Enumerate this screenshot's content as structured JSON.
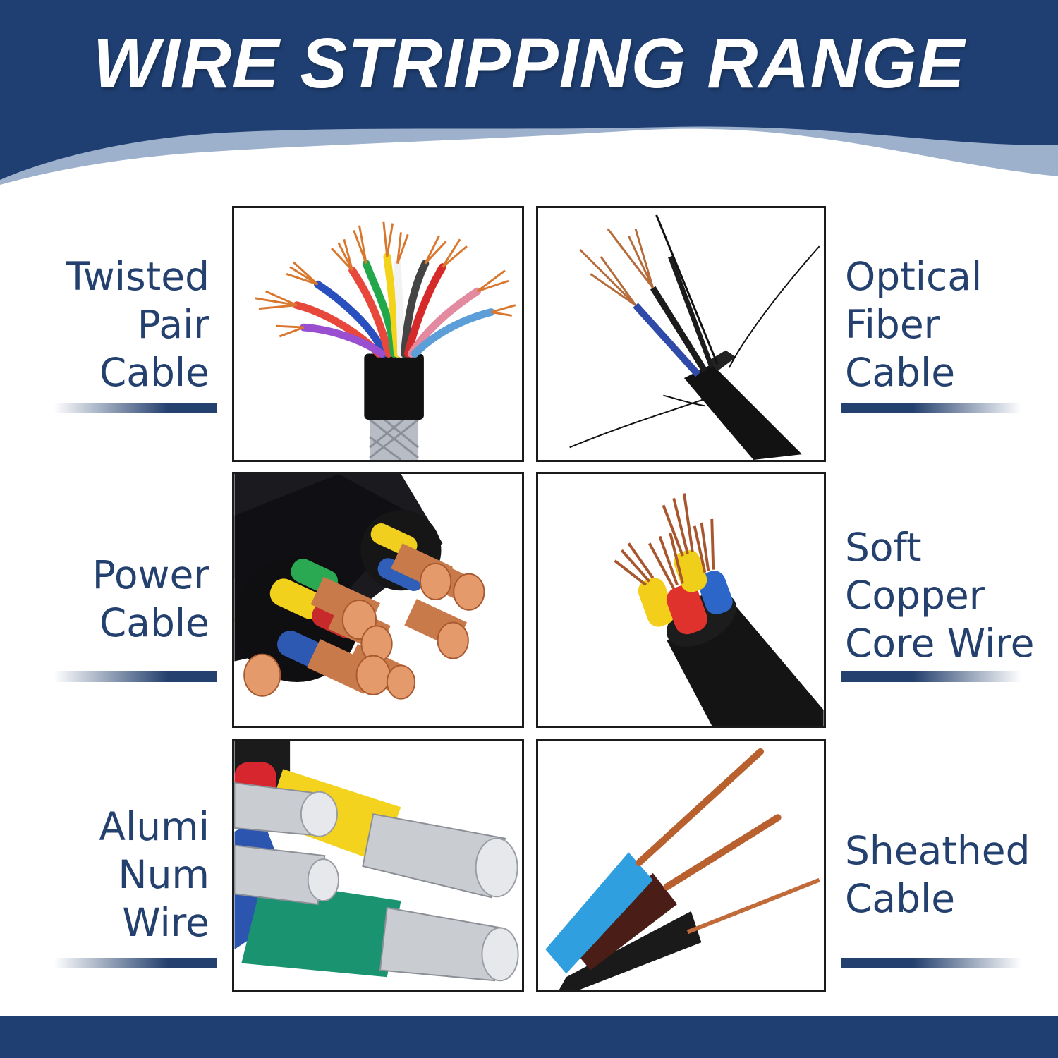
{
  "header": {
    "title": "WIRE STRIPPING RANGE",
    "colors": {
      "navy": "#1f3f72",
      "wave_light": "#9db0cc",
      "label_text": "#24406e"
    }
  },
  "items": [
    {
      "id": "twisted-pair",
      "label_lines": [
        "Twisted",
        "Pair",
        "Cable"
      ]
    },
    {
      "id": "optical-fiber",
      "label_lines": [
        "Optical",
        "Fiber",
        "Cable"
      ]
    },
    {
      "id": "power",
      "label_lines": [
        "Power",
        "Cable"
      ]
    },
    {
      "id": "soft-copper",
      "label_lines": [
        "Soft",
        "Copper",
        "Core Wire"
      ]
    },
    {
      "id": "aluminum",
      "label_lines": [
        "Alumi",
        "Num",
        "Wire"
      ]
    },
    {
      "id": "sheathed",
      "label_lines": [
        "Sheathed",
        "Cable"
      ]
    }
  ]
}
